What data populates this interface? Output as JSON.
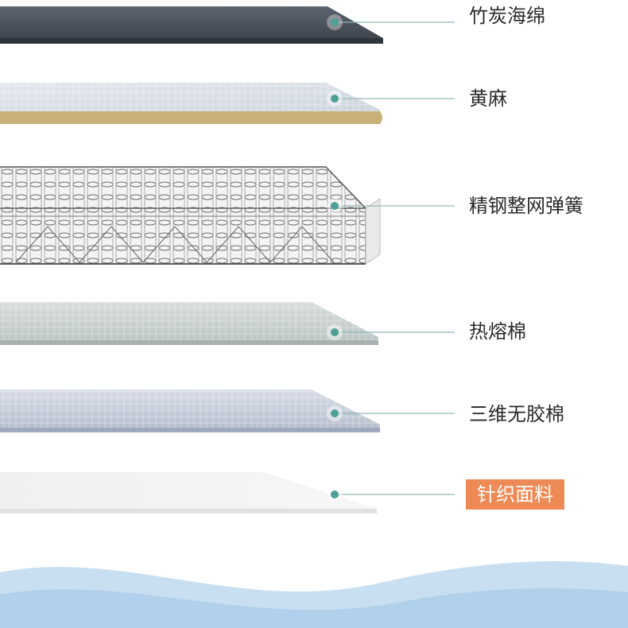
{
  "layers": [
    {
      "label": "竹炭海绵",
      "color": "#454c58",
      "highlight": false
    },
    {
      "label": "黄麻",
      "color": "#c7b178",
      "highlight": false
    },
    {
      "label": "精钢整网弹簧",
      "color": "#8c8c8c",
      "highlight": false
    },
    {
      "label": "热熔棉",
      "color": "#c9d2d0",
      "highlight": false
    },
    {
      "label": "三维无胶棉",
      "color": "#c5ccd8",
      "highlight": false
    },
    {
      "label": "针织面料",
      "color": "#ececec",
      "highlight": true
    }
  ],
  "colors": {
    "accent": "#ee8a55",
    "leader_line": "#8fb8b8",
    "dot": "#4e9f95",
    "wave_light": "#c8dff2",
    "wave_dark": "#a9cbe8"
  }
}
